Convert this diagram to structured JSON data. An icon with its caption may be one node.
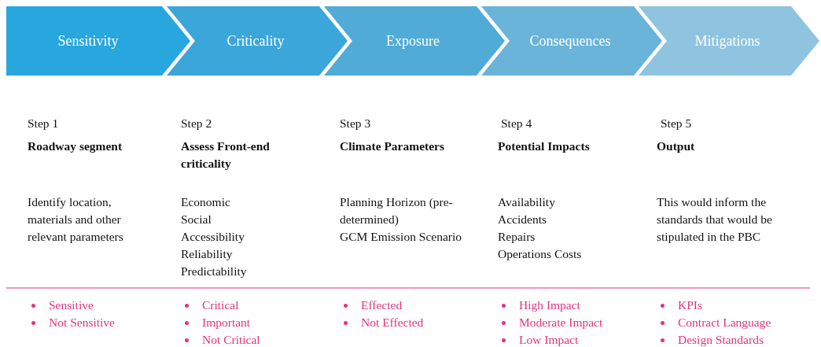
{
  "diagram": {
    "nodes": [
      {
        "text": [
          "Sensitivity"
        ]
      },
      {
        "text": [
          "Criticality"
        ]
      },
      {
        "text": [
          "Exposure"
        ]
      },
      {
        "text": [
          "Consequences"
        ]
      },
      {
        "text": [
          "Mitigations"
        ]
      }
    ],
    "labels": [
      "Step 1",
      "Roadway segment",
      "Identify location, materials and other relevant parameters",
      "Sensitive",
      "Not Sensitive",
      "Step 2",
      "Assess Front-end criticality",
      "Economic",
      "Social",
      "Accessibility",
      "Reliability",
      "Predictability",
      "Critical",
      "Important",
      "Not Critical",
      "Step 3",
      "Climate Parameters",
      "Planning Horizon (pre-determined)",
      "GCM Emission Scenario",
      "Effected",
      "Not Effected",
      "Step 4",
      "Potential Impacts",
      "Availability",
      "Accidents",
      "Repairs",
      "Operations Costs",
      "High Impact",
      "Moderate Impact",
      "Low Impact",
      "Step 5",
      "Output",
      "This would inform the standards that would be stipulated in the PBC",
      "KPIs",
      "Contract Language",
      "Design Standards"
    ]
  }
}
